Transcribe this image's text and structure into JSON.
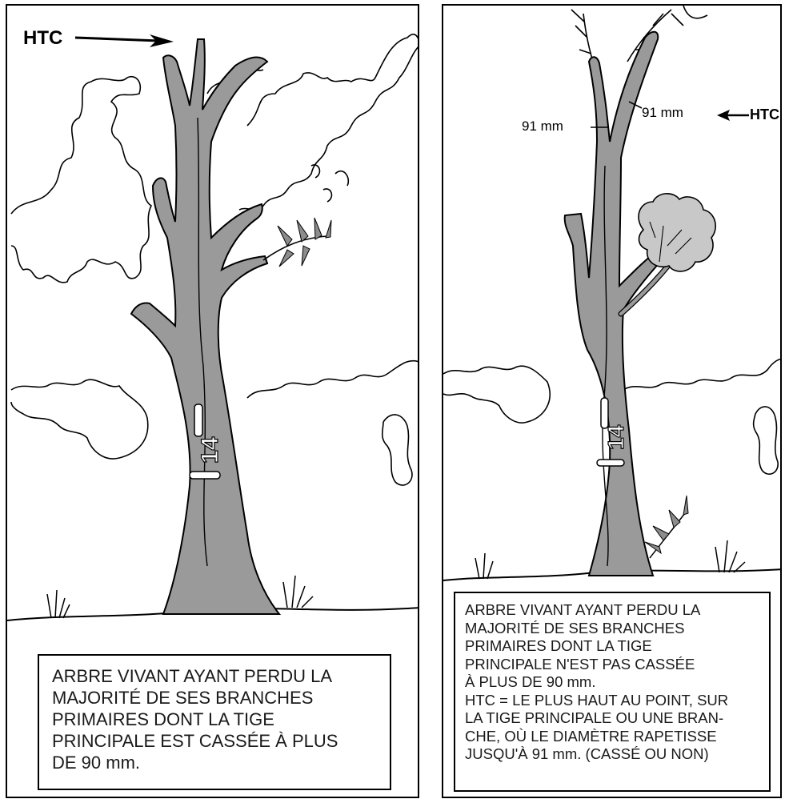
{
  "left_panel": {
    "htc_label": "HTC",
    "tag_number": "14",
    "caption_lines": [
      "ARBRE VIVANT AYANT PERDU LA",
      "MAJORITÉ DE SES BRANCHES",
      "PRIMAIRES DONT LA TIGE",
      "PRINCIPALE EST CASSÉE À PLUS",
      "DE 90 mm."
    ]
  },
  "right_panel": {
    "htc_label": "HTC",
    "measure_left": "91 mm",
    "measure_right": "91 mm",
    "tag_number": "14",
    "caption_lines": [
      "ARBRE VIVANT AYANT PERDU LA",
      "MAJORITÉ DE SES BRANCHES",
      "PRIMAIRES DONT LA TIGE",
      "PRINCIPALE N'EST PAS CASSÉE",
      "À PLUS DE 90 mm.",
      "HTC = LE PLUS HAUT AU POINT, SUR",
      "LA TIGE PRINCIPALE OU UNE BRAN-",
      "CHE, OÙ LE DIAMÈTRE RAPETISSE",
      "JUSQU'À 91 mm. (CASSÉ OU NON)"
    ]
  },
  "colors": {
    "trunk": "#9a9a9a",
    "foliage_dark": "#8c8c8c",
    "crown_fill": "#c8c8c8",
    "outline": "#000000"
  }
}
